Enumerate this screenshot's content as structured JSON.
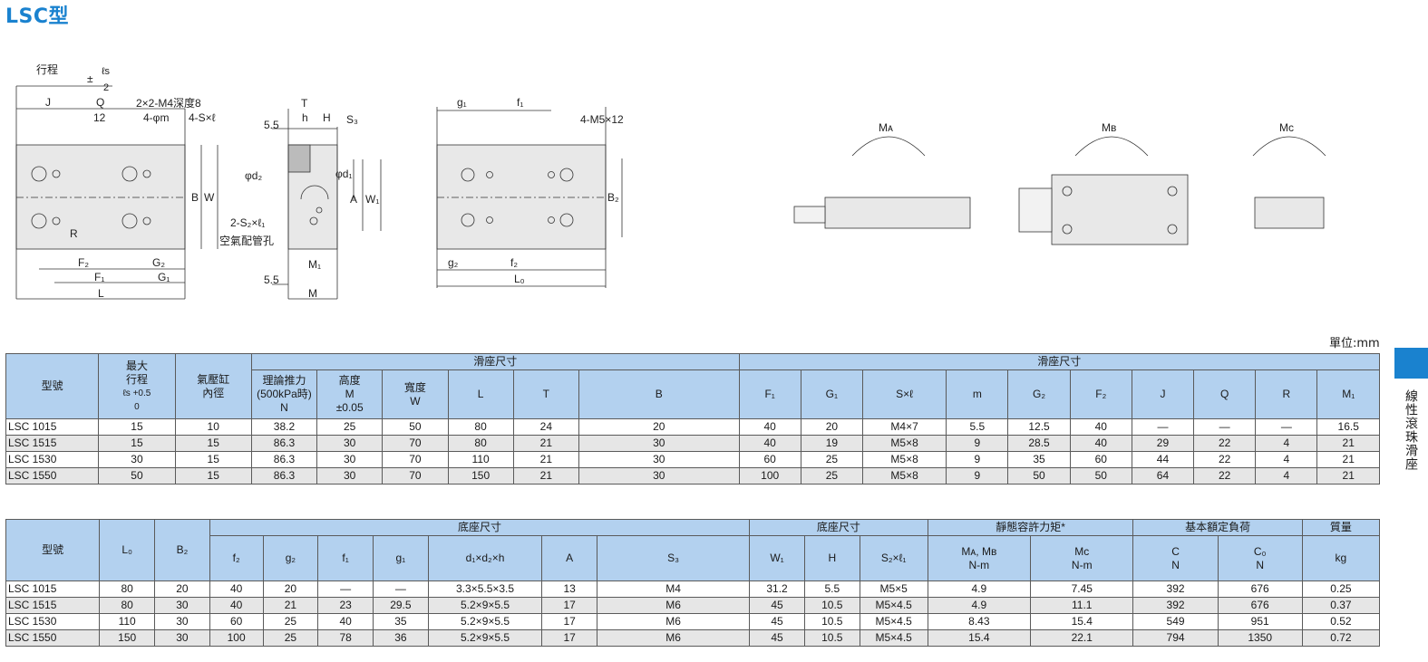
{
  "title": "LSC型",
  "unit": "單位:mm",
  "side_label": "線性滾珠滑座",
  "drawing_labels": {
    "stroke": "行程",
    "plusminus": "±",
    "ls": "ℓs",
    "two": "2",
    "J": "J",
    "Q": "Q",
    "q12": "12",
    "tap": "2×2-M4深度8",
    "phi_m": "4-φm",
    "s_l": "4-S×ℓ",
    "B": "B",
    "W": "W",
    "R": "R",
    "F2": "F₂",
    "G2": "G₂",
    "F1": "F₁",
    "G1": "G₁",
    "L": "L",
    "T": "T",
    "h": "h",
    "H": "H",
    "S3": "S₃",
    "d55": "5.5",
    "d55b": "5.5",
    "phi_d2": "φd₂",
    "phi_d1": "φd₁",
    "A": "A",
    "W1": "W₁",
    "port": "2-S₂×ℓ₁",
    "port2": "空氣配管孔",
    "M1": "M₁",
    "M": "M",
    "g1": "g₁",
    "f1": "f₁",
    "m5x12": "4-M5×12",
    "B2": "B₂",
    "g2": "g₂",
    "f2": "f₂",
    "L0": "L₀",
    "MA": "Mᴀ",
    "MB": "Mʙ",
    "MC": "Mᴄ"
  },
  "table1": {
    "h_model": "型號",
    "h_stroke": "最大",
    "h_stroke2": "行程",
    "h_stroke_sym": "ℓs",
    "h_stroke_tol": "+0.5",
    "h_stroke_tol2": "0",
    "h_bore": "氣壓缸",
    "h_bore2": "內徑",
    "h_group1": "滑座尺寸",
    "h_group2": "滑座尺寸",
    "h_force": "理論推力",
    "h_force2": "(500kPa時)",
    "h_force3": "N",
    "h_height": "高度",
    "h_height2": "M",
    "h_height3": "±0.05",
    "h_width": "寬度",
    "h_width2": "W",
    "cols": [
      "L",
      "T",
      "B",
      "F₁",
      "G₁",
      "S×ℓ",
      "m",
      "G₂",
      "F₂",
      "J",
      "Q",
      "R",
      "M₁"
    ],
    "rows": [
      [
        "LSC 1015",
        "15",
        "10",
        "38.2",
        "25",
        "50",
        "80",
        "24",
        "20",
        "40",
        "20",
        "M4×7",
        "5.5",
        "12.5",
        "40",
        "—",
        "—",
        "—",
        "16.5"
      ],
      [
        "LSC 1515",
        "15",
        "15",
        "86.3",
        "30",
        "70",
        "80",
        "21",
        "30",
        "40",
        "19",
        "M5×8",
        "9",
        "28.5",
        "40",
        "29",
        "22",
        "4",
        "21"
      ],
      [
        "LSC 1530",
        "30",
        "15",
        "86.3",
        "30",
        "70",
        "110",
        "21",
        "30",
        "60",
        "25",
        "M5×8",
        "9",
        "35",
        "60",
        "44",
        "22",
        "4",
        "21"
      ],
      [
        "LSC 1550",
        "50",
        "15",
        "86.3",
        "30",
        "70",
        "150",
        "21",
        "30",
        "100",
        "25",
        "M5×8",
        "9",
        "50",
        "50",
        "64",
        "22",
        "4",
        "21"
      ]
    ]
  },
  "table2": {
    "h_model": "型號",
    "h_L0": "L₀",
    "h_B2": "B₂",
    "h_group1": "底座尺寸",
    "h_group2": "底座尺寸",
    "h_moment": "靜態容許力矩*",
    "h_load": "基本額定負荷",
    "h_mass": "質量",
    "cols_a": [
      "f₂",
      "g₂",
      "f₁",
      "g₁",
      "d₁×d₂×h",
      "A",
      "S₃"
    ],
    "cols_b": [
      "W₁",
      "H",
      "S₂×ℓ₁"
    ],
    "h_mab": "Mᴀ, Mʙ",
    "h_mab_unit": "N-m",
    "h_mc": "Mᴄ",
    "h_mc_unit": "N-m",
    "h_c": "C",
    "h_c_unit": "N",
    "h_c0": "C₀",
    "h_c0_unit": "N",
    "h_kg": "kg",
    "rows": [
      [
        "LSC 1015",
        "80",
        "20",
        "40",
        "20",
        "—",
        "—",
        "3.3×5.5×3.5",
        "13",
        "M4",
        "31.2",
        "5.5",
        "M5×5",
        "4.9",
        "7.45",
        "392",
        "676",
        "0.25"
      ],
      [
        "LSC 1515",
        "80",
        "30",
        "40",
        "21",
        "23",
        "29.5",
        "5.2×9×5.5",
        "17",
        "M6",
        "45",
        "10.5",
        "M5×4.5",
        "4.9",
        "11.1",
        "392",
        "676",
        "0.37"
      ],
      [
        "LSC 1530",
        "110",
        "30",
        "60",
        "25",
        "40",
        "35",
        "5.2×9×5.5",
        "17",
        "M6",
        "45",
        "10.5",
        "M5×4.5",
        "8.43",
        "15.4",
        "549",
        "951",
        "0.52"
      ],
      [
        "LSC 1550",
        "150",
        "30",
        "100",
        "25",
        "78",
        "36",
        "5.2×9×5.5",
        "17",
        "M6",
        "45",
        "10.5",
        "M5×4.5",
        "15.4",
        "22.1",
        "794",
        "1350",
        "0.72"
      ]
    ]
  },
  "colors": {
    "accent": "#1a82cf",
    "header_bg": "#b3d1ef",
    "row_shade": "#e6e6e6",
    "part_fill": "#e8e8e8"
  }
}
